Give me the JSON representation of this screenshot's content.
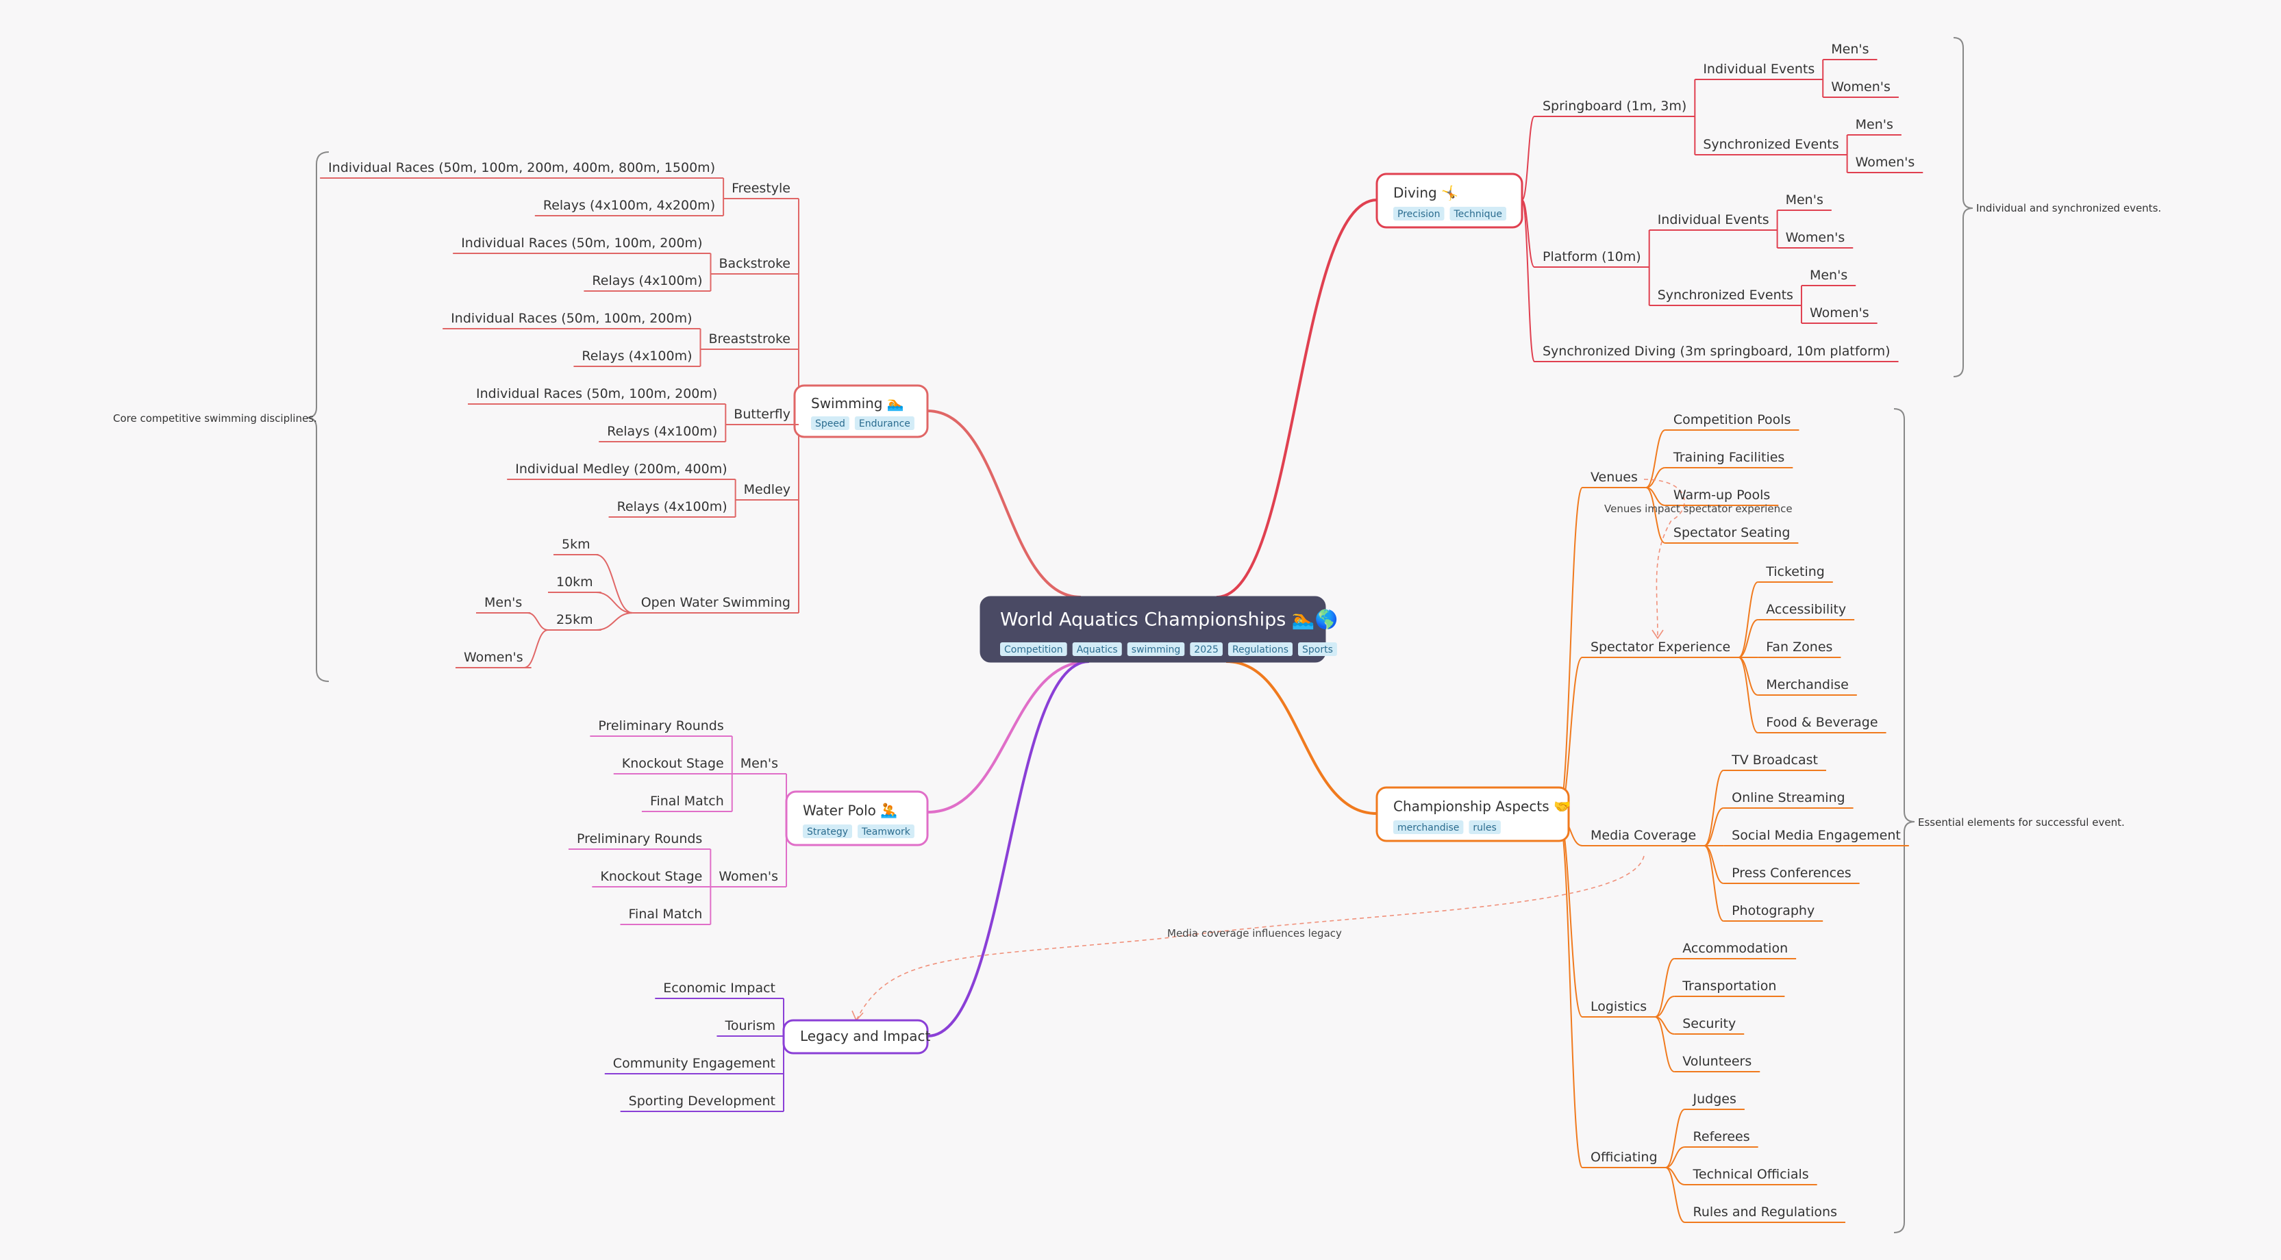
{
  "root": {
    "title": "World Aquatics Championships 🏊🌎",
    "tags": [
      "Competition",
      "Aquatics",
      "swimming",
      "2025",
      "Regulations",
      "Sports"
    ]
  },
  "branches": {
    "swimming": {
      "title": "Swimming 🏊",
      "tags": [
        "Speed",
        "Endurance"
      ],
      "note": "Core competitive swimming disciplines.",
      "children": [
        {
          "label": "Freestyle",
          "children": [
            "Individual Races (50m, 100m, 200m, 400m, 800m, 1500m)",
            "Relays (4x100m, 4x200m)"
          ]
        },
        {
          "label": "Backstroke",
          "children": [
            "Individual Races (50m, 100m, 200m)",
            "Relays (4x100m)"
          ]
        },
        {
          "label": "Breaststroke",
          "children": [
            "Individual Races (50m, 100m, 200m)",
            "Relays (4x100m)"
          ]
        },
        {
          "label": "Butterfly",
          "children": [
            "Individual Races (50m, 100m, 200m)",
            "Relays (4x100m)"
          ]
        },
        {
          "label": "Medley",
          "children": [
            "Individual Medley (200m, 400m)",
            "Relays (4x100m)"
          ]
        },
        {
          "label": "Open Water Swimming",
          "children": [
            "5km",
            "10km",
            "25km",
            "Men's",
            "Women's"
          ]
        }
      ]
    },
    "water_polo": {
      "title": "Water Polo 🤽",
      "tags": [
        "Strategy",
        "Teamwork"
      ],
      "children": [
        {
          "label": "Men's",
          "children": [
            "Preliminary Rounds",
            "Knockout Stage",
            "Final Match"
          ]
        },
        {
          "label": "Women's",
          "children": [
            "Preliminary Rounds",
            "Knockout Stage",
            "Final Match"
          ]
        }
      ]
    },
    "legacy": {
      "title": "Legacy and Impact",
      "children": [
        "Economic Impact",
        "Tourism",
        "Community Engagement",
        "Sporting Development"
      ]
    },
    "diving": {
      "title": "Diving 🤸",
      "tags": [
        "Precision",
        "Technique"
      ],
      "note": "Individual and synchronized events.",
      "children": [
        {
          "label": "Springboard (1m, 3m)",
          "children": [
            "Individual Events",
            "Men's",
            "Women's",
            "Synchronized Events",
            "Men's",
            "Women's"
          ]
        },
        {
          "label": "Platform (10m)",
          "children": [
            "Individual Events",
            "Men's",
            "Women's",
            "Synchronized Events",
            "Men's",
            "Women's"
          ]
        },
        {
          "label": "Synchronized Diving (3m springboard, 10m platform)",
          "children": []
        }
      ]
    },
    "aspects": {
      "title": "Championship Aspects 🤝",
      "tags": [
        "merchandise",
        "rules"
      ],
      "note": "Essential elements for successful event.",
      "children": [
        {
          "label": "Venues",
          "children": [
            "Competition Pools",
            "Training Facilities",
            "Warm-up Pools",
            "Spectator Seating"
          ]
        },
        {
          "label": "Spectator Experience",
          "children": [
            "Ticketing",
            "Accessibility",
            "Fan Zones",
            "Merchandise",
            "Food & Beverage"
          ]
        },
        {
          "label": "Media Coverage",
          "children": [
            "TV Broadcast",
            "Online Streaming",
            "Social Media Engagement",
            "Press Conferences",
            "Photography"
          ]
        },
        {
          "label": "Logistics",
          "children": [
            "Accommodation",
            "Transportation",
            "Security",
            "Volunteers"
          ]
        },
        {
          "label": "Officiating",
          "children": [
            "Judges",
            "Referees",
            "Technical Officials",
            "Rules and Regulations"
          ]
        }
      ]
    }
  },
  "relations": {
    "venues_spectator": "Venues impact spectator experience",
    "media_legacy": "Media coverage influences legacy"
  },
  "colors": {
    "root_fill": "#4a4a64",
    "swimming": "#e06666",
    "water_polo": "#e06ec8",
    "legacy": "#8a3fd6",
    "diving": "#e04050",
    "aspects": "#f07a1e",
    "tag_fill": "#d3ecf7"
  }
}
